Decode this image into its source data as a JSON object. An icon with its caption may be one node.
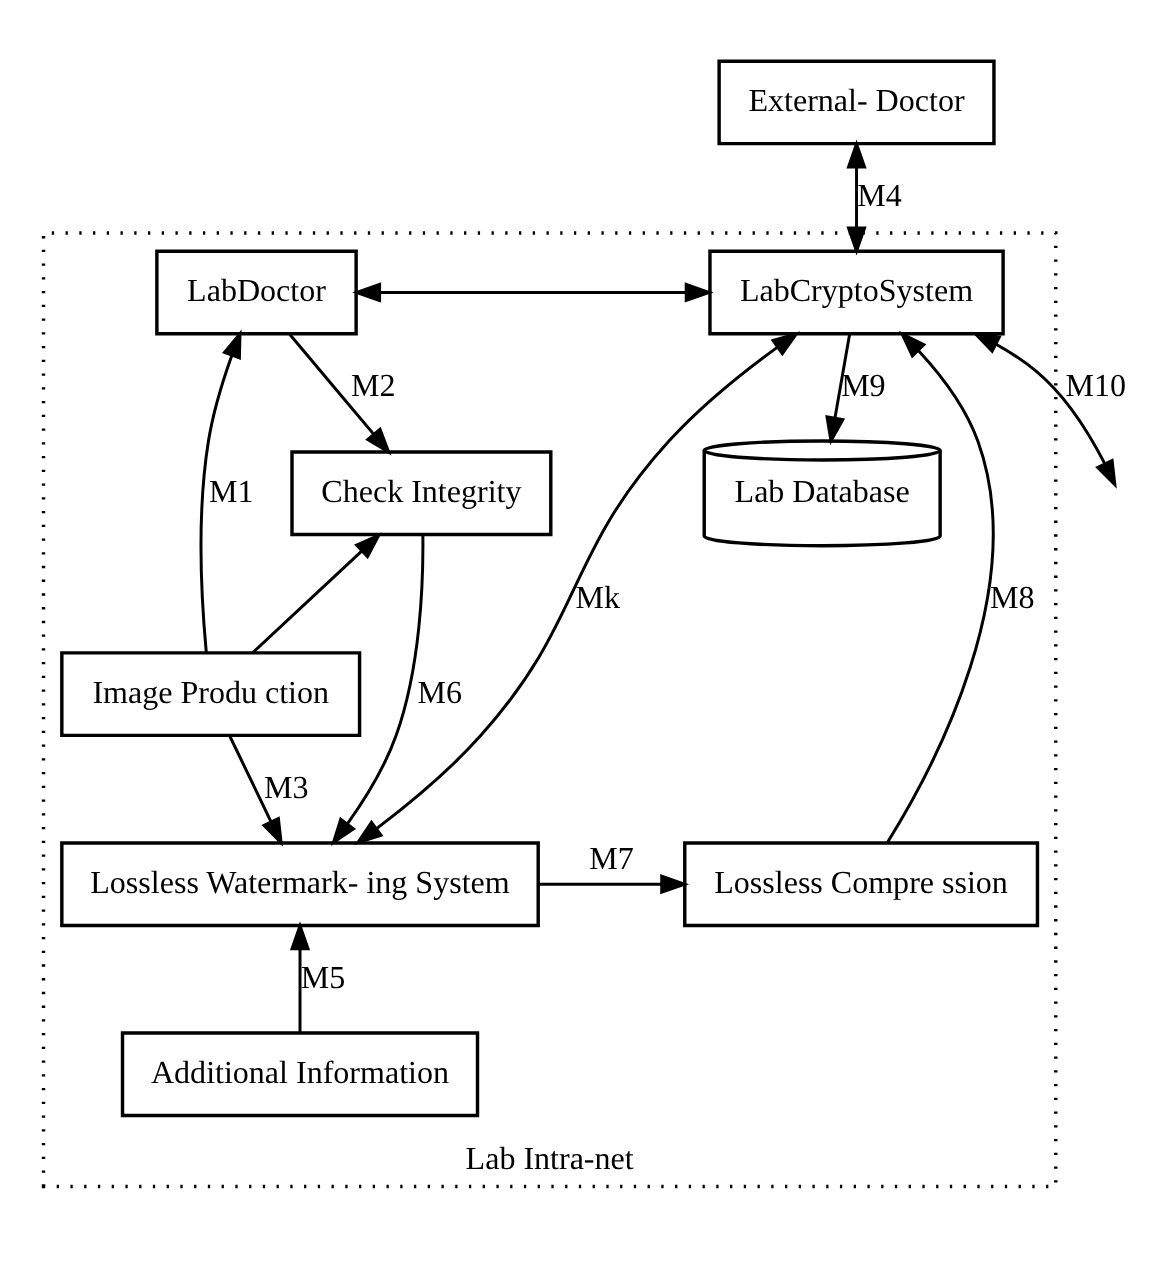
{
  "diagram": {
    "nodes": [
      {
        "text": [
          "Lab Intra-net"
        ]
      },
      {
        "text": [
          "External- Doctor"
        ]
      },
      {
        "text": [
          "LabDoctor"
        ],
        "in": 0
      },
      {
        "text": [
          "LabCryptoSystem"
        ],
        "in": 0
      },
      {
        "text": [
          "Check Integrity"
        ],
        "in": 0
      },
      {
        "text": [
          "Lab Database"
        ],
        "in": 0
      },
      {
        "text": [
          "Image Produ ction"
        ],
        "in": 0
      },
      {
        "text": [
          "Lossless Watermark- ing System"
        ],
        "in": 0
      },
      {
        "text": [
          "Lossless Compre ssion"
        ],
        "in": 0
      },
      {
        "text": [
          "Additional Information"
        ],
        "in": 0
      }
    ],
    "edges": [
      {
        "from": 1,
        "to": 3,
        "arrow": "both",
        "label": "M4"
      },
      {
        "from": 2,
        "to": 3,
        "arrow": "both"
      },
      {
        "from": 3,
        "to": null,
        "arrow": "both",
        "label": "M10"
      },
      {
        "from": 6,
        "to": 2,
        "arrow": "to",
        "label": "M1"
      },
      {
        "from": 2,
        "to": 4,
        "arrow": "to",
        "label": "M2"
      },
      {
        "from": 3,
        "to": 5,
        "arrow": "to",
        "label": "M9"
      },
      {
        "from": 6,
        "to": 4,
        "arrow": "to"
      },
      {
        "from": 6,
        "to": 7,
        "arrow": "to",
        "label": "M3"
      },
      {
        "from": 4,
        "to": 7,
        "arrow": "to",
        "label": "M6"
      },
      {
        "from": 3,
        "to": 7,
        "arrow": "both",
        "label": "Mk"
      },
      {
        "from": 8,
        "to": 3,
        "arrow": "to",
        "label": "M8"
      },
      {
        "from": 7,
        "to": 8,
        "arrow": "to",
        "label": "M7"
      },
      {
        "from": 9,
        "to": 7,
        "arrow": "to",
        "label": "M5"
      }
    ]
  }
}
